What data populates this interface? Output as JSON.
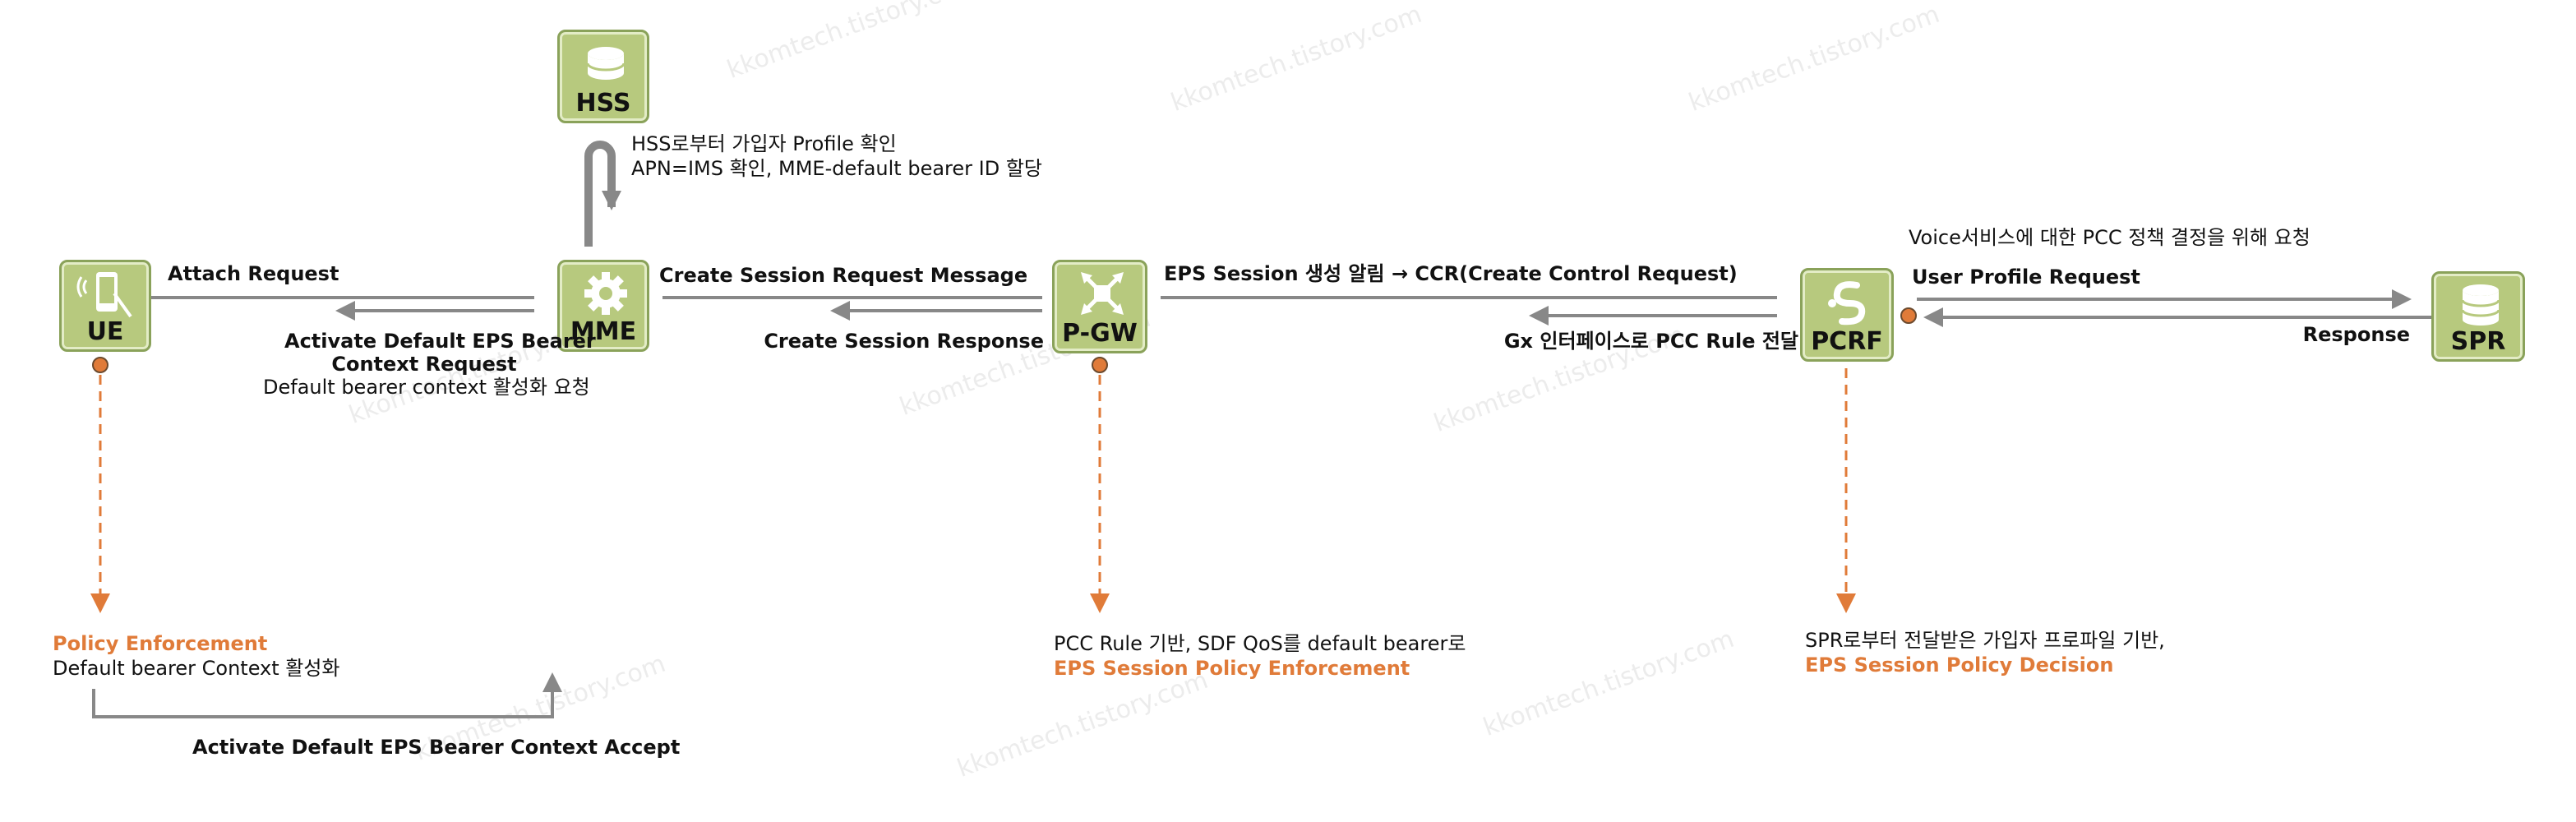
{
  "nodes": {
    "hss": {
      "name": "HSS",
      "icon": "database-cylinder-icon"
    },
    "ue": {
      "name": "UE",
      "icon": "mobile-phone-icon"
    },
    "mme": {
      "name": "MME",
      "icon": "gear-icon"
    },
    "pgw": {
      "name": "P-GW",
      "icon": "router-arrows-icon"
    },
    "pcrf": {
      "name": "PCRF",
      "icon": "pcrf-logo-icon"
    },
    "spr": {
      "name": "SPR",
      "icon": "database-stack-icon"
    }
  },
  "hss_note": {
    "line1": "HSS로부터 가입자 Profile 확인",
    "line2": "APN=IMS 확인,  MME-default bearer ID 할당"
  },
  "messages": {
    "attach_request": "Attach Request",
    "activate_default_line1": "Activate Default EPS Bearer",
    "activate_default_line2": "Context Request",
    "default_bearer_req": "Default bearer context 활성화 요청",
    "create_session_request": "Create Session Request Message",
    "create_session_response": "Create Session Response",
    "eps_session_ccr": "EPS Session 생성 알림 → CCR(Create Control Request)",
    "gx_pcc_rule": "Gx 인터페이스로 PCC Rule 전달",
    "voice_pcc_note": "Voice서비스에 대한 PCC 정책 결정을 위해 요청",
    "user_profile_request": "User Profile Request",
    "response": "Response"
  },
  "ue_note": {
    "title": "Policy Enforcement",
    "line": "Default bearer Context 활성화",
    "accept": "Activate Default EPS Bearer Context Accept"
  },
  "pgw_note": {
    "line": "PCC Rule 기반, SDF QoS를 default bearer로",
    "title": "EPS Session Policy Enforcement"
  },
  "pcrf_note": {
    "line": "SPR로부터 전달받은 가입자 프로파일 기반,",
    "title": "EPS Session Policy Decision"
  },
  "watermark": "kkomtech.tistory.com",
  "colors": {
    "node_fill": "#b7c97e",
    "node_border": "#8aa25a",
    "arrow_gray": "#888888",
    "accent_orange": "#e07b39"
  }
}
